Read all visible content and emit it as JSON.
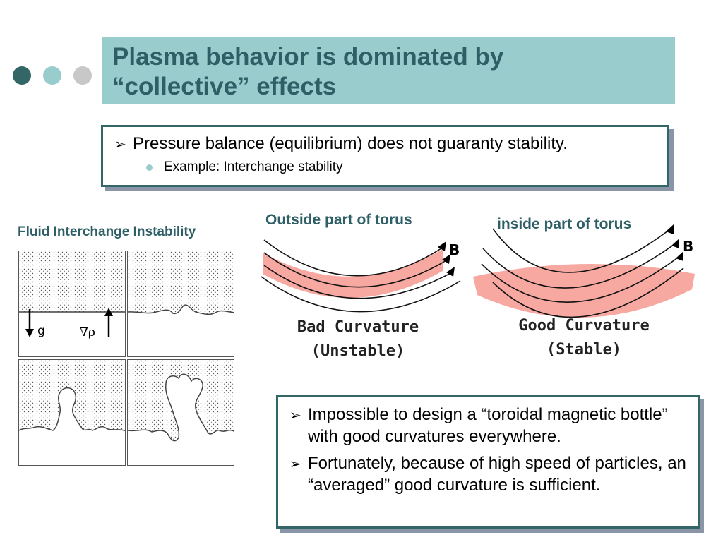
{
  "title": "Plasma behavior is dominated by\n“collective” effects",
  "decor_dots": [
    "#336666",
    "#99cccc",
    "#c8c8c8"
  ],
  "colors": {
    "title_bg": "#99cccc",
    "title_text": "#2e5f66",
    "box_border": "#336666",
    "plasma_band": "#f7a8a0",
    "shadow": "#8a96a8"
  },
  "box1": {
    "bullet_icon": "arrow-bullet-icon",
    "bullet": "Pressure balance (equilibrium) does not guaranty stability.",
    "sub_bullet": "Example: Interchange stability"
  },
  "figures": {
    "fluid_label": "Fluid Interchange Instability",
    "panel_labels": {
      "g": "g",
      "gradient": "∇ρ"
    },
    "outside_label": "Outside part of  torus",
    "inside_label": "inside part of  torus",
    "field_label": "B",
    "bad": {
      "line1": "Bad Curvature",
      "line2": "(Unstable)"
    },
    "good": {
      "line1": "Good Curvature",
      "line2": "(Stable)"
    }
  },
  "box2": {
    "bullets": [
      "Impossible to design a “toroidal magnetic bottle” with good curvatures everywhere.",
      "Fortunately, because of high speed of particles, an “averaged” good curvature is sufficient."
    ]
  }
}
